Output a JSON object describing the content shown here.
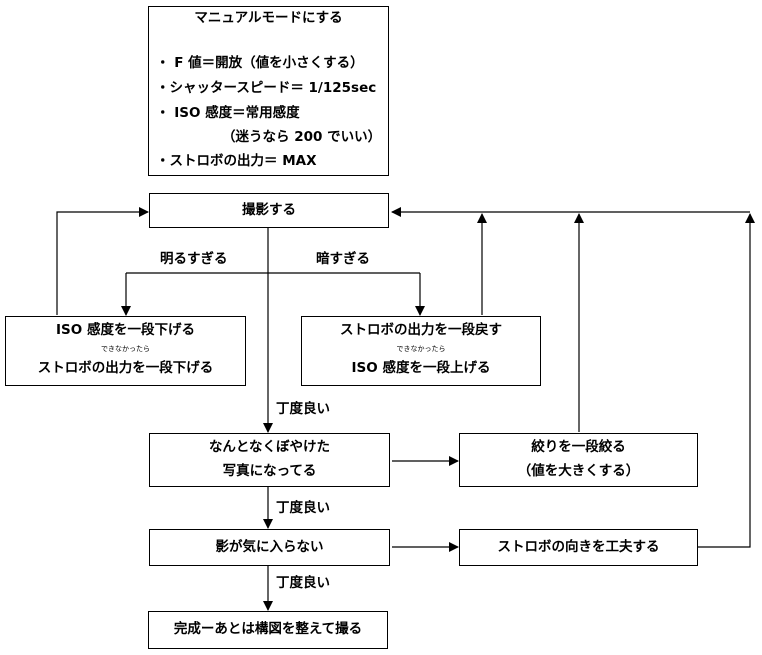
{
  "settings": {
    "title": "マニュアルモードにする",
    "items": [
      "・ F 値＝開放（値を小さくする）",
      "・シャッタースピード＝ 1/125sec",
      "・ ISO 感度＝常用感度",
      "（迷うなら 200 でいい）",
      "・ストロボの出力＝ MAX"
    ]
  },
  "shoot": "撮影する",
  "branch_bright": "明るすぎる",
  "branch_dark": "暗すぎる",
  "bright_fix": {
    "line1": "ISO 感度を一段下げる",
    "small": "できなかったら",
    "line2": "ストロボの出力を一段下げる"
  },
  "dark_fix": {
    "line1": "ストロボの出力を一段戻す",
    "small": "できなかったら",
    "line2": "ISO 感度を一段上げる"
  },
  "ok_label": "丁度良い",
  "blurry": {
    "line1": "なんとなくぼやけた",
    "line2": "写真になってる"
  },
  "aperture": {
    "line1": "絞りを一段絞る",
    "line2": "（値を大きくする）"
  },
  "shadow": "影が気に入らない",
  "strobe_dir": "ストロボの向きを工夫する",
  "done": "完成ーあとは構図を整えて撮る"
}
